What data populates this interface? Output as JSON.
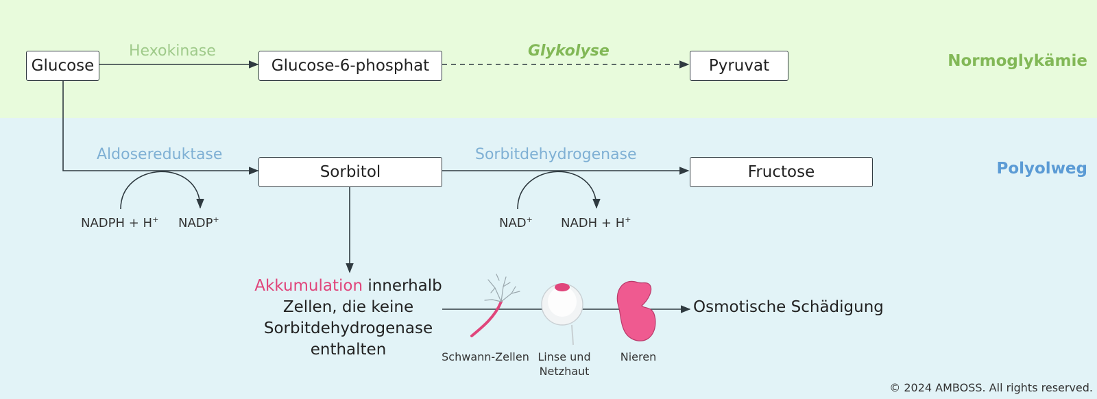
{
  "sections": {
    "normoglycemia": "Normoglykämie",
    "polyol": "Polyolweg"
  },
  "nodes": {
    "glucose": "Glucose",
    "g6p": "Glucose-6-phosphat",
    "pyruvate": "Pyruvat",
    "sorbitol": "Sorbitol",
    "fructose": "Fructose"
  },
  "enzymes": {
    "hexokinase": "Hexokinase",
    "glycolysis": "Glykolyse",
    "aldose_reductase": "Aldosereduktase",
    "sorbitol_dehydrogenase": "Sorbitdehydrogenase"
  },
  "cofactors": {
    "nadph_in": "NADPH + H",
    "nadph_in_sup": "+",
    "nadp_out": "NADP",
    "nadp_out_sup": "+",
    "nad_in": "NAD",
    "nad_in_sup": "+",
    "nadh_out": "NADH + H",
    "nadh_out_sup": "+"
  },
  "accumulation": {
    "highlight": "Akkumulation",
    "rest_line1": " innerhalb",
    "line2": "Zellen, die keine",
    "line3": "Sorbitdehydrogenase",
    "line4": "enthalten"
  },
  "organs": {
    "schwann": "Schwann-Zellen",
    "lens_line1": "Linse und",
    "lens_line2": "Netzhaut",
    "kidney": "Nieren"
  },
  "outcome": "Osmotische Schädigung",
  "copyright": "© 2024 AMBOSS. All rights reserved.",
  "colors": {
    "band_top": "#e8fbdc",
    "band_bottom": "#e2f3f7",
    "green_accent": "#82b857",
    "blue_accent": "#5b9bd5",
    "pink_accent": "#e0457b"
  }
}
